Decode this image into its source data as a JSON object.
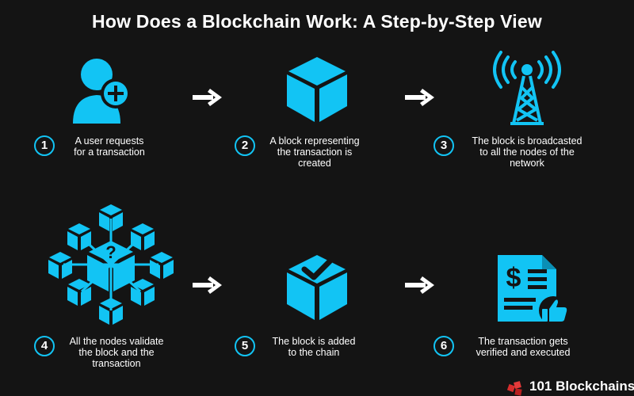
{
  "title": "How Does a Blockchain Work: A Step-by-Step View",
  "colors": {
    "accent": "#12c4f4",
    "background": "#141414",
    "text": "#ffffff"
  },
  "steps": [
    {
      "number": "1",
      "icon": "user-add-icon",
      "lines": [
        "A user requests",
        "for a transaction"
      ]
    },
    {
      "number": "2",
      "icon": "block-cube-icon",
      "lines": [
        "A block representing",
        "the transaction is",
        "created"
      ]
    },
    {
      "number": "3",
      "icon": "broadcast-tower-icon",
      "lines": [
        "The block is broadcasted",
        "to all the nodes of the",
        "network"
      ]
    },
    {
      "number": "4",
      "icon": "node-network-icon",
      "lines": [
        "All the nodes validate",
        "the block and the",
        "transaction"
      ]
    },
    {
      "number": "5",
      "icon": "block-check-icon",
      "lines": [
        "The block is added",
        "to the chain"
      ]
    },
    {
      "number": "6",
      "icon": "invoice-approved-icon",
      "lines": [
        "The transaction gets",
        "verified and executed"
      ]
    }
  ],
  "brand": {
    "name": "101 Blockchains"
  }
}
